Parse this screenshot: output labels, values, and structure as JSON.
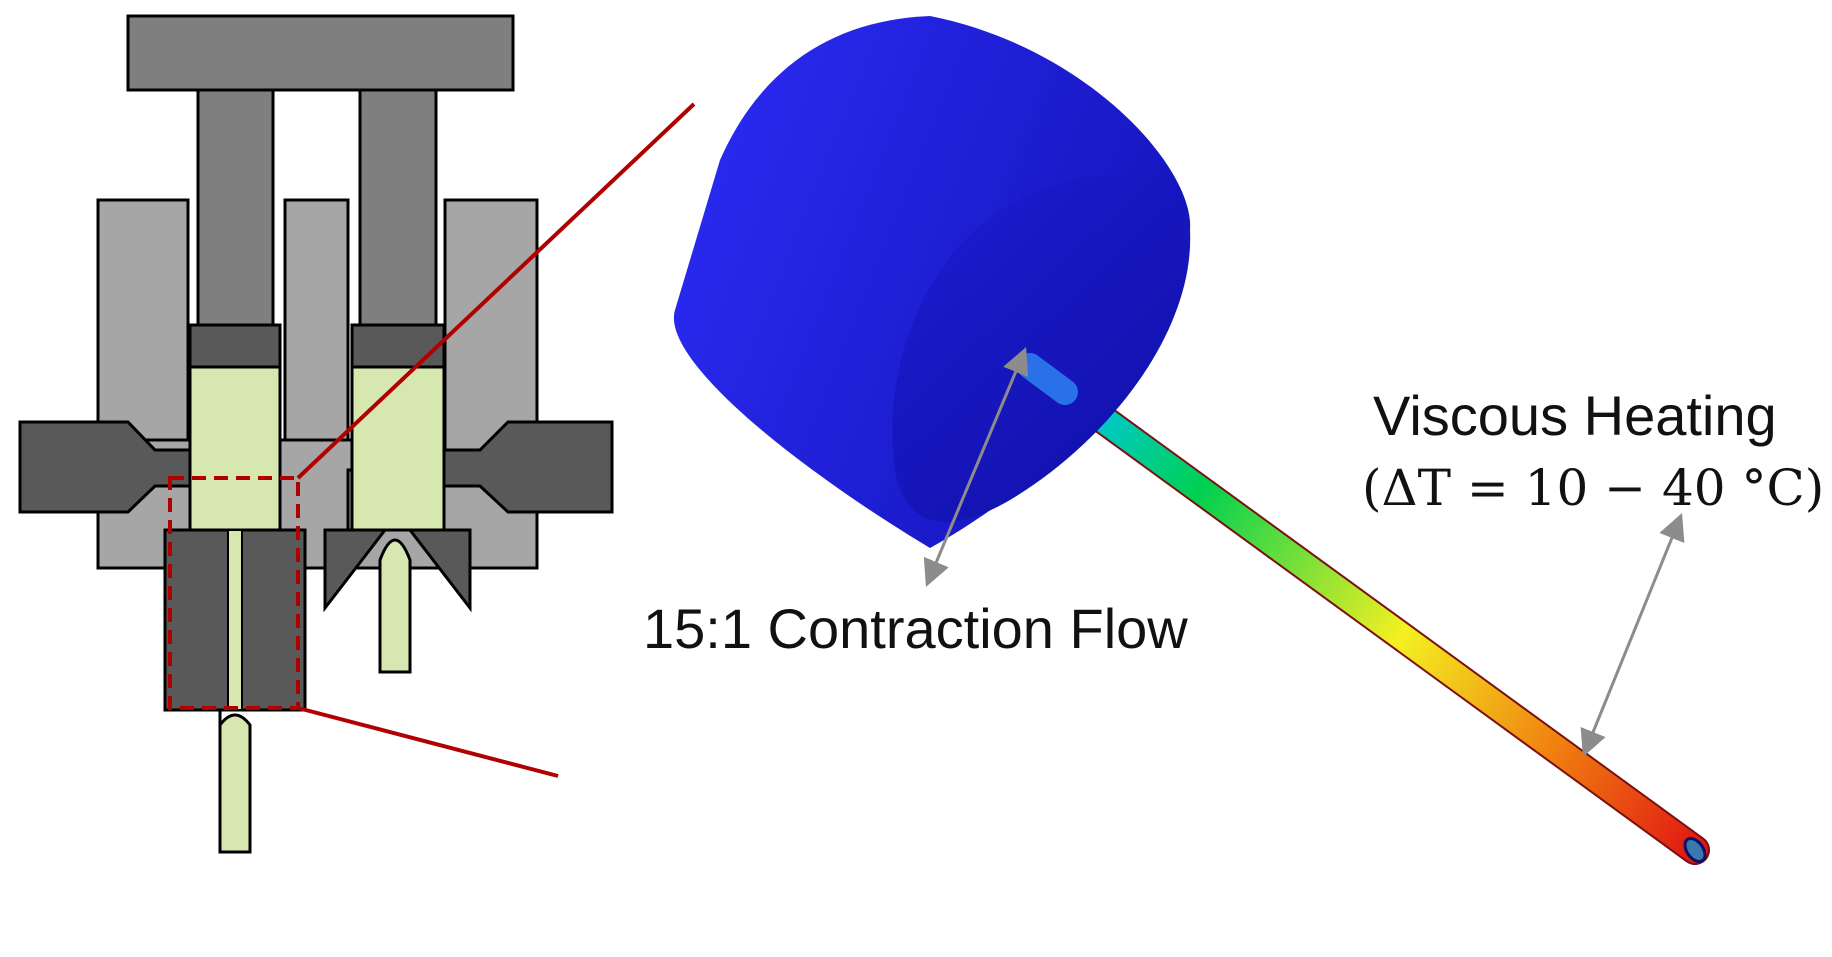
{
  "labels": {
    "contraction": "15:1 Contraction Flow",
    "heating_title": "Viscous Heating",
    "heating_formula": "(ΔT = 10 − 40 °C)"
  },
  "colors": {
    "body_blue": "#2020e0",
    "nozzle_dark": "#5a5a5a",
    "plate_light": "#a6a6a6",
    "melt_green": "#d6e8b0",
    "zoom_red": "#b00000",
    "arrow_gray": "#8c8c8c",
    "gradient_start": "#00a0ff",
    "gradient_mid1": "#00d060",
    "gradient_mid2": "#f2f020",
    "gradient_end": "#e01010"
  }
}
